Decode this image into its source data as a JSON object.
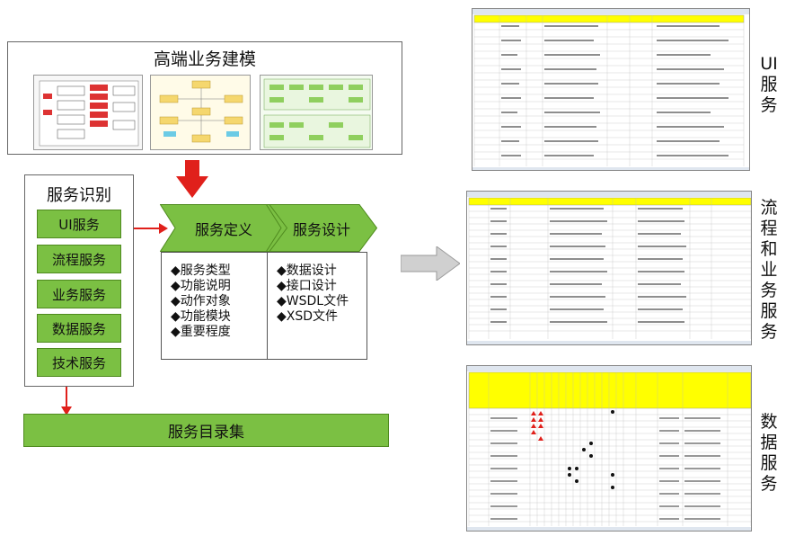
{
  "modeling": {
    "title": "高端业务建模"
  },
  "identify": {
    "title": "服务识别",
    "items": [
      "UI服务",
      "流程服务",
      "业务服务",
      "数据服务",
      "技术服务"
    ]
  },
  "flow": {
    "step1": "服务定义",
    "step2": "服务设计",
    "step1_items": [
      "◆服务类型",
      "◆功能说明",
      "◆动作对象",
      "◆功能模块",
      "◆重要程度"
    ],
    "step2_items": [
      "◆数据设计",
      "◆接口设计",
      "◆WSDL文件",
      "◆XSD文件"
    ]
  },
  "catalog": {
    "label": "服务目录集"
  },
  "sheets": [
    {
      "label": "UI服务"
    },
    {
      "label": "流程和业务服务"
    },
    {
      "label": "数据服务"
    }
  ],
  "colors": {
    "green": "#7bc043",
    "red": "#e0201b",
    "gray_arrow": "#c8c8c8",
    "sheet_header": "#ffff00"
  }
}
